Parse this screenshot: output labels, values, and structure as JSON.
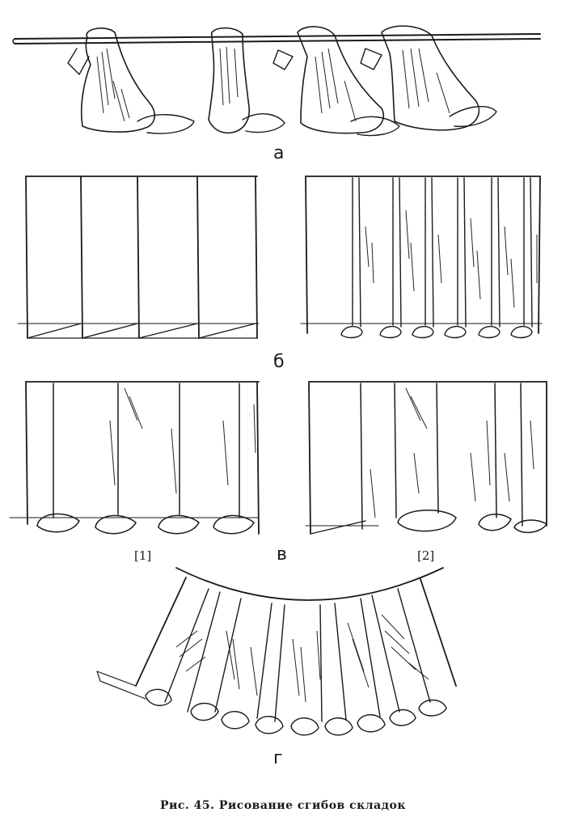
{
  "panels": {
    "a": "а",
    "b": "б",
    "v": "в",
    "g": "г"
  },
  "sublabels": {
    "one": "[1]",
    "two": "[2]"
  },
  "caption": "Рис. 45. Рисование сгибов складок"
}
